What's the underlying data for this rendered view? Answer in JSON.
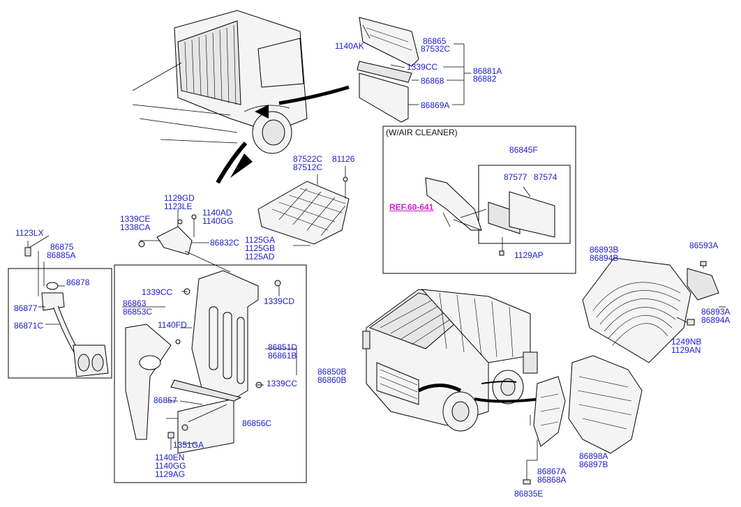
{
  "labels": {
    "l_1140AK": "1140AK",
    "l_86865": "86865",
    "l_87532C": "87532C",
    "l_1339CC_top": "1339CC",
    "l_86868": "86868",
    "l_86881A": "86881A",
    "l_86882": "86882",
    "l_86869A": "86869A",
    "l_87522C": "87522C",
    "l_87512C": "87512C",
    "l_81126": "81126",
    "l_1125GA": "1125GA",
    "l_1125GB": "1125GB",
    "l_1125AD": "1125AD",
    "l_1129GD": "1129GD",
    "l_1123LE": "1123LE",
    "l_1140AD": "1140AD",
    "l_1140GG_a": "1140GG",
    "l_1339CE": "1339CE",
    "l_1338CA": "1338CA",
    "l_86832C": "86832C",
    "l_1123LX": "1123LX",
    "l_86875": "86875",
    "l_86885A": "86885A",
    "l_86878": "86878",
    "l_86877": "86877",
    "l_86871C": "86871C",
    "l_1339CC_mid": "1339CC",
    "l_1339CD": "1339CD",
    "l_86863": "86863",
    "l_86853C": "86853C",
    "l_1140FD": "1140FD",
    "l_86851D": "86851D",
    "l_86861B": "86861B",
    "l_86850B": "86850B",
    "l_86860B": "86860B",
    "l_1339CC_low": "1339CC",
    "l_86857": "86857",
    "l_86856C": "86856C",
    "l_1351GA": "1351GA",
    "l_1140EN": "1140EN",
    "l_1140GG_b": "1140GG",
    "l_1129AG": "1129AG",
    "l_86845F": "86845F",
    "l_87577": "87577",
    "l_87574": "87574",
    "l_1129AP": "1129AP",
    "l_86893B": "86893B",
    "l_86894B": "86894B",
    "l_86593A": "86593A",
    "l_86893A": "86893A",
    "l_86894A": "86894A",
    "l_1249NB": "1249NB",
    "l_1129AN": "1129AN",
    "l_86898A": "86898A",
    "l_86897B": "86897B",
    "l_86867A": "86867A",
    "l_86868A": "86868A",
    "l_86835E": "86835E"
  },
  "inset": {
    "caption": "(W/AIR CLEANER)",
    "ref": "REF.60-641"
  },
  "colors": {
    "label": "#1c1ccc",
    "ref": "#d020d0",
    "line": "#000000"
  }
}
